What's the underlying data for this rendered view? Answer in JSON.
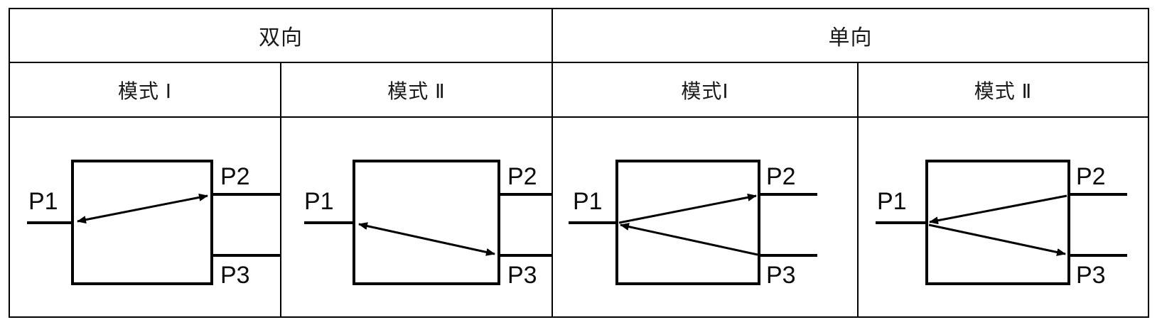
{
  "table": {
    "groups": [
      {
        "label": "双向",
        "span": 2
      },
      {
        "label": "单向",
        "span": 2
      }
    ],
    "modes": [
      {
        "label": "模式 Ⅰ"
      },
      {
        "label": "模式 Ⅱ"
      },
      {
        "label": "模式Ⅰ"
      },
      {
        "label": "模式 Ⅱ"
      }
    ],
    "ports": {
      "p1": "P1",
      "p2": "P2",
      "p3": "P3"
    }
  },
  "colors": {
    "header_green": "#76c0ad",
    "border": "#000000",
    "line": "#000000",
    "text": "#1a1a1a"
  },
  "diagrams": [
    {
      "name": "bidirectional-mode-1",
      "flows": [
        {
          "from": "P1",
          "to": "P2",
          "double_headed": true
        }
      ],
      "labels": {
        "p1": "P1",
        "p2": "P2",
        "p3": "P3"
      }
    },
    {
      "name": "bidirectional-mode-2",
      "flows": [
        {
          "from": "P1",
          "to": "P3",
          "double_headed": true
        }
      ],
      "labels": {
        "p1": "P1",
        "p2": "P2",
        "p3": "P3"
      }
    },
    {
      "name": "unidirectional-mode-1",
      "flows": [
        {
          "from": "P1",
          "to": "P2",
          "double_headed": false
        },
        {
          "from": "P3",
          "to": "P1",
          "double_headed": false
        }
      ],
      "labels": {
        "p1": "P1",
        "p2": "P2",
        "p3": "P3"
      }
    },
    {
      "name": "unidirectional-mode-2",
      "flows": [
        {
          "from": "P2",
          "to": "P1",
          "double_headed": false
        },
        {
          "from": "P1",
          "to": "P3",
          "double_headed": false
        }
      ],
      "labels": {
        "p1": "P1",
        "p2": "P2",
        "p3": "P3"
      }
    }
  ]
}
